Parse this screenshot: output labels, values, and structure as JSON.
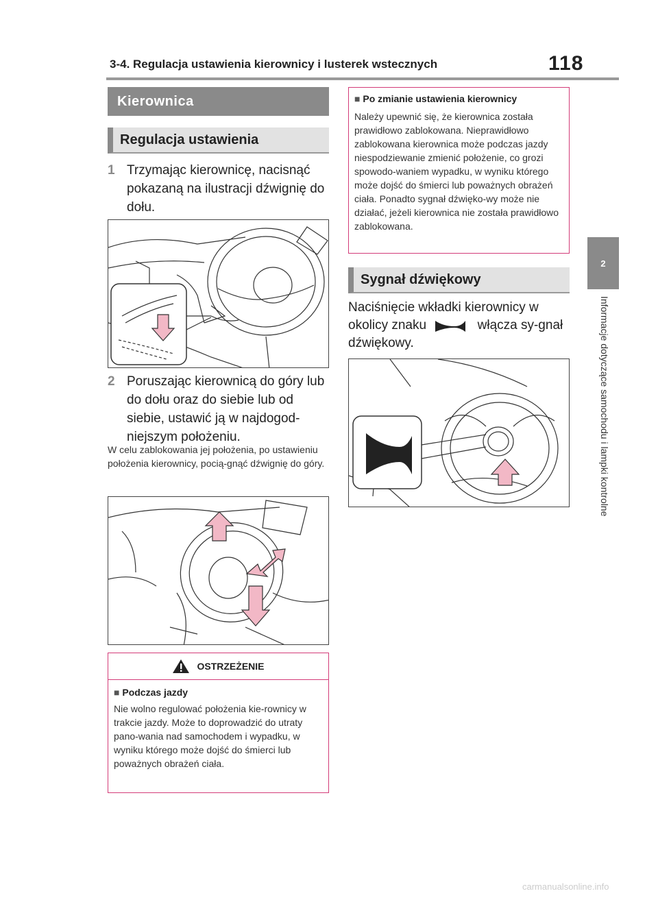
{
  "header": {
    "title": "3-4. Regulacja ustawienia kierownicy i lusterek wstecznych",
    "page_number": "118"
  },
  "side_tab": {
    "chapter": "2",
    "chapter_title": "Informacje dotyczące samochodu i lampki kontrolne"
  },
  "left": {
    "section_title": "Kierownica",
    "subsection_title": "Regulacja ustawienia",
    "step1_num": "1",
    "step1_text": "Trzymając kierownicę, nacisnąć pokazaną na ilustracji dźwignię do dołu.",
    "step2_num": "2",
    "step2_text": "Poruszając kierownicą do góry lub do dołu oraz do siebie lub od siebie, ustawić ją w najdogod-niejszym położeniu.",
    "note": "W celu zablokowania jej położenia, po ustawieniu położenia kierownicy, pocią-gnąć dźwignię do góry.",
    "warning": {
      "label": "OSTRZEŻENIE",
      "title": "Podczas jazdy",
      "text": "Nie wolno regulować położenia kie-rownicy w trakcie jazdy. Może to doprowadzić do utraty pano-wania nad samochodem i wypadku, w wyniku którego może dojść do śmierci lub poważnych obrażeń ciała."
    }
  },
  "right": {
    "notice_title": "Po zmianie ustawienia kierownicy",
    "notice_text": "Należy upewnić się, że kierownica została prawidłowo zablokowana. Nieprawidłowo zablokowana kierownica może podczas jazdy niespodziewanie zmienić położenie, co grozi spowodo-waniem wypadku, w wyniku którego może dojść do śmierci lub poważnych obrażeń ciała. Ponadto sygnał dźwięko-wy może nie działać, jeżeli kierownica nie została prawidłowo zablokowana.",
    "horn_title": "Sygnał dźwiękowy",
    "horn_text_a": "Naciśnięcie wkładki kierownicy w okolicy znaku",
    "horn_text_b": "włącza sy-gnał dźwiękowy."
  },
  "footer": {
    "watermark": "carmanualsonline.info"
  },
  "colors": {
    "accent_gray": "#8a8a8a",
    "notice_border": "#d33b78",
    "arrow_pink": "#f2b8c6"
  }
}
